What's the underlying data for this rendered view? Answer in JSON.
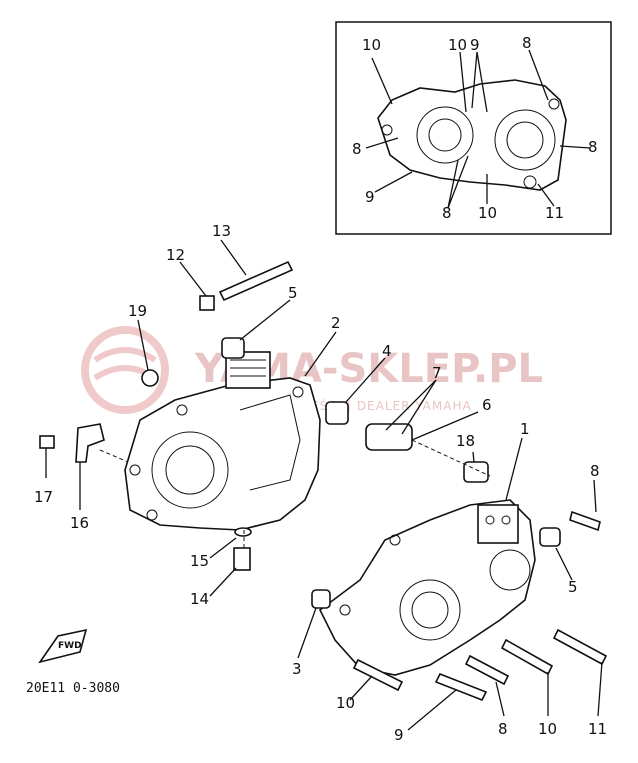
{
  "watermark": {
    "brand": "YAMA-SKLEP.PL",
    "tagline": "ORYGINALNE CZĘŚCI | DEALER YAMAHA"
  },
  "diagram_code": "20E11 0-3080",
  "fwd_label": "FWD",
  "callouts": {
    "inset": [
      "10",
      "10",
      "9",
      "8",
      "8",
      "8",
      "9",
      "8",
      "10",
      "11"
    ],
    "main": [
      "13",
      "12",
      "5",
      "19",
      "2",
      "4",
      "7",
      "6",
      "18",
      "1",
      "8",
      "17",
      "16",
      "15",
      "14",
      "5",
      "3",
      "10",
      "9",
      "8",
      "10",
      "11"
    ]
  }
}
